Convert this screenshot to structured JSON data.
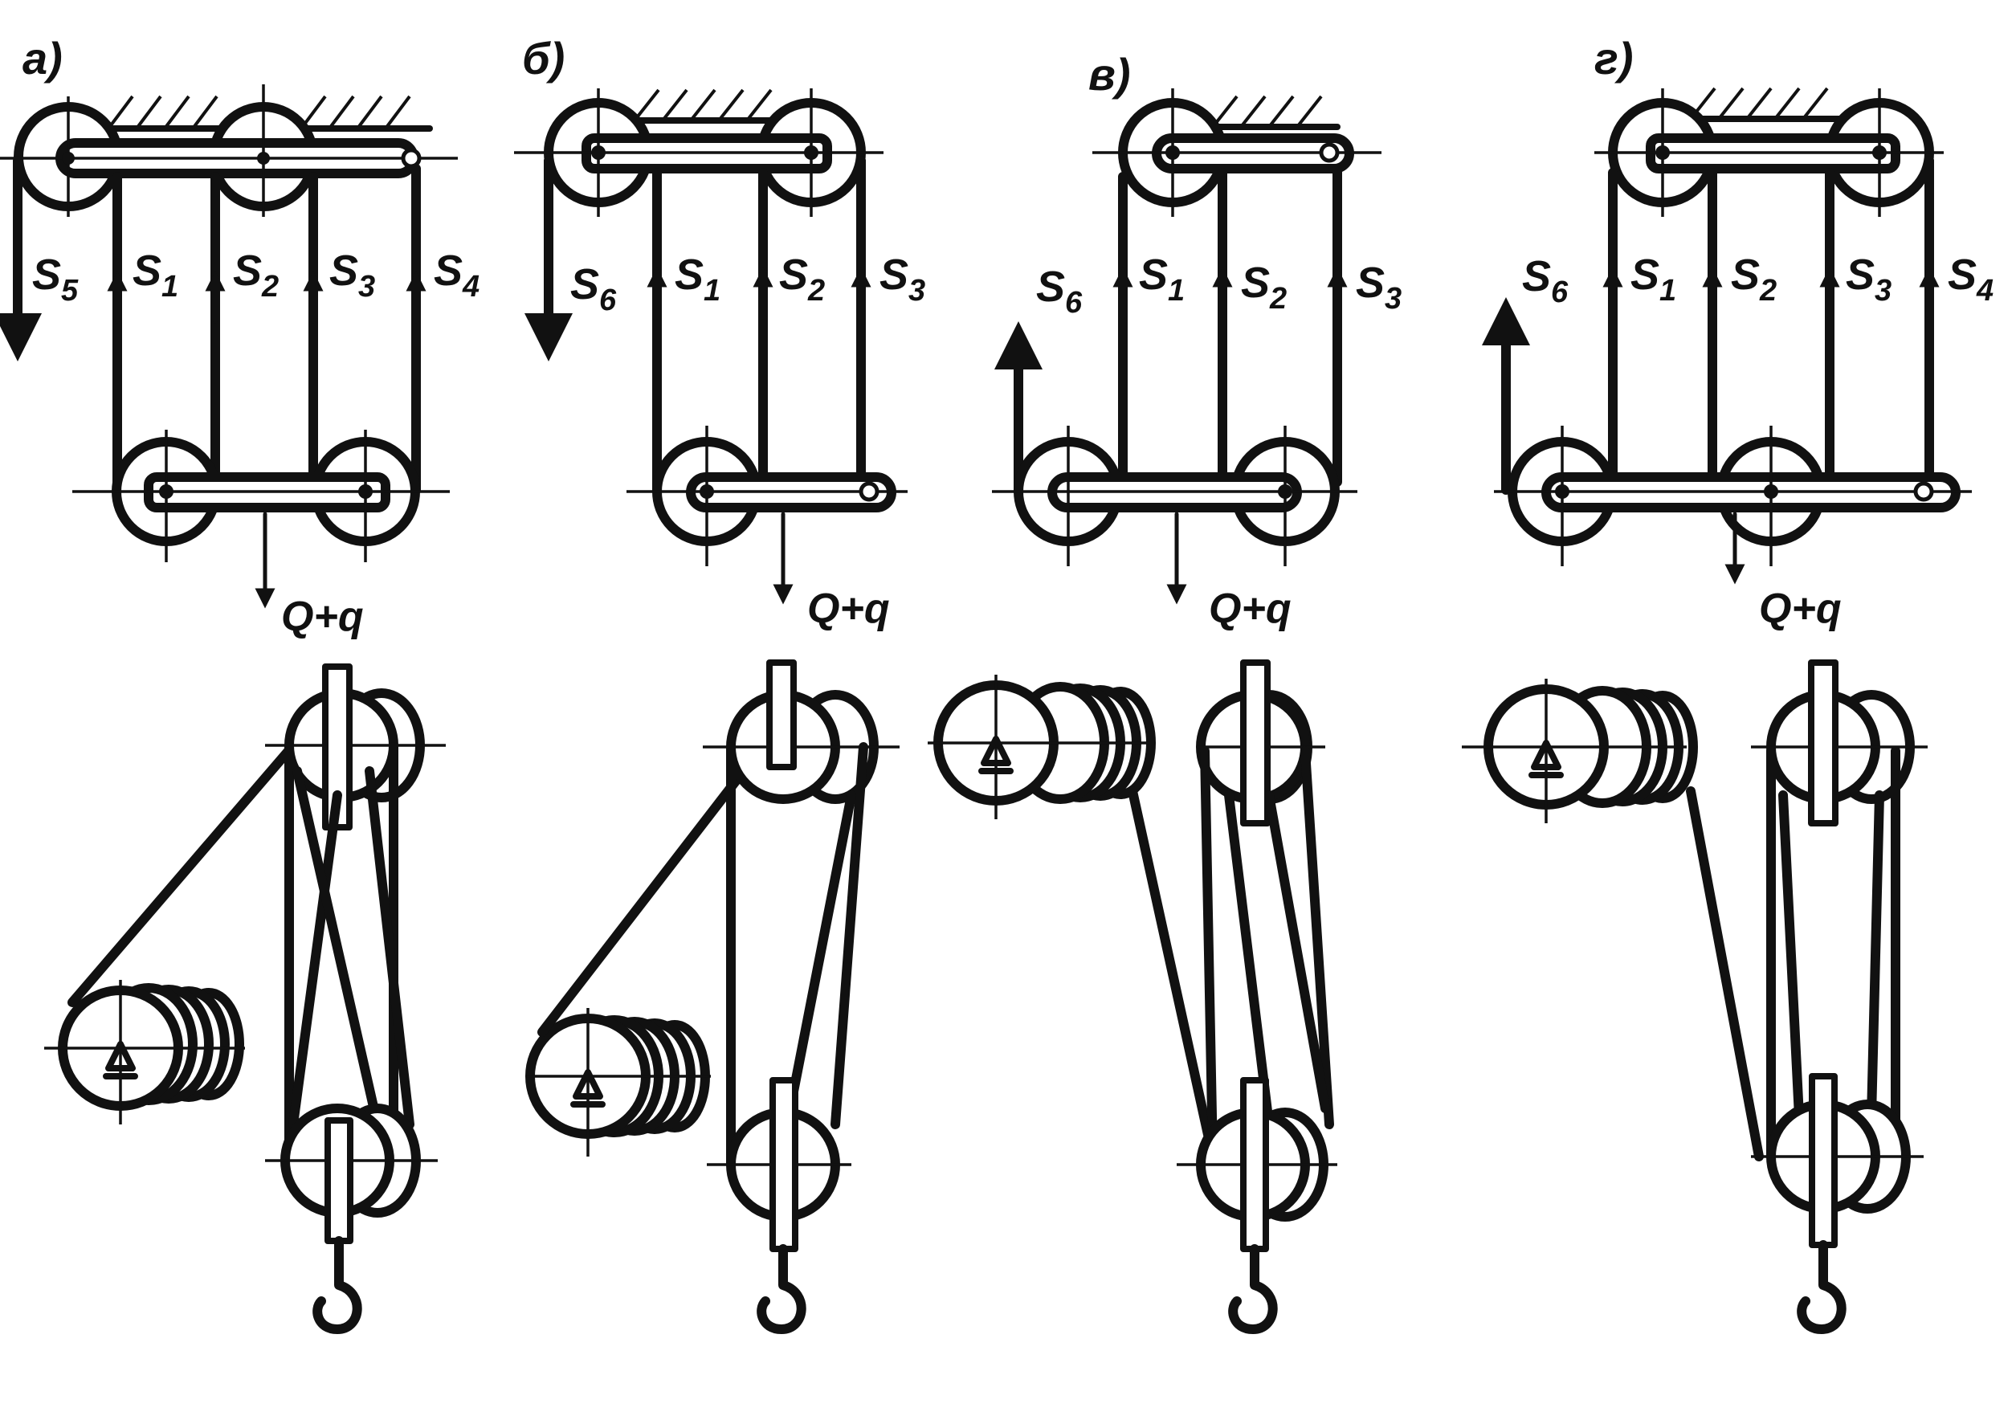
{
  "panels": [
    {
      "id": "a",
      "label": "а)",
      "forces": [
        {
          "sym": "S",
          "sub": "5"
        },
        {
          "sym": "S",
          "sub": "1"
        },
        {
          "sym": "S",
          "sub": "2"
        },
        {
          "sym": "S",
          "sub": "3"
        },
        {
          "sym": "S",
          "sub": "4"
        }
      ],
      "load": "Q+q"
    },
    {
      "id": "b",
      "label": "б)",
      "forces": [
        {
          "sym": "S",
          "sub": "6"
        },
        {
          "sym": "S",
          "sub": "1"
        },
        {
          "sym": "S",
          "sub": "2"
        },
        {
          "sym": "S",
          "sub": "3"
        }
      ],
      "load": "Q+q"
    },
    {
      "id": "v",
      "label": "в)",
      "forces": [
        {
          "sym": "S",
          "sub": "6"
        },
        {
          "sym": "S",
          "sub": "1"
        },
        {
          "sym": "S",
          "sub": "2"
        },
        {
          "sym": "S",
          "sub": "3"
        }
      ],
      "load": "Q+q"
    },
    {
      "id": "g",
      "label": "г)",
      "forces": [
        {
          "sym": "S",
          "sub": "6"
        },
        {
          "sym": "S",
          "sub": "1"
        },
        {
          "sym": "S",
          "sub": "2"
        },
        {
          "sym": "S",
          "sub": "3"
        },
        {
          "sym": "S",
          "sub": "4"
        }
      ],
      "load": "Q+q"
    }
  ]
}
